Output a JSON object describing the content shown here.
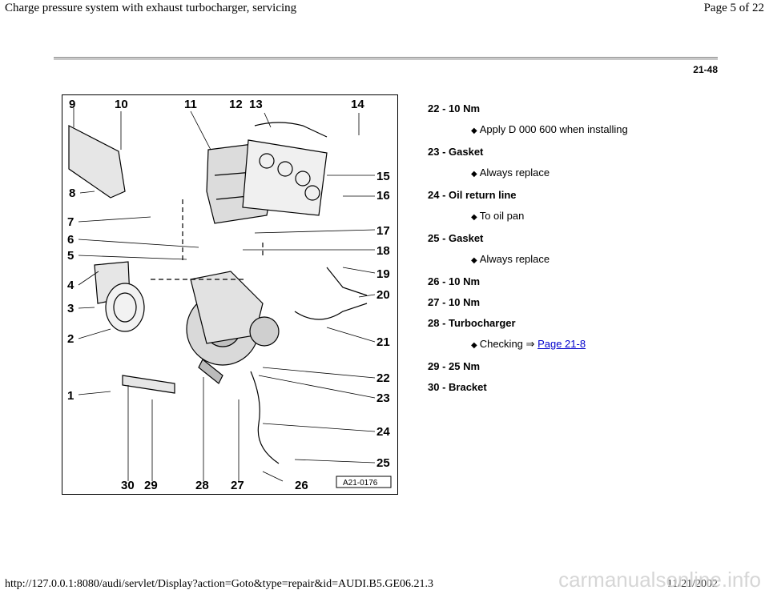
{
  "header": {
    "title": "Charge pressure system with exhaust turbocharger, servicing",
    "page_indicator": "Page 5 of 22"
  },
  "page_code": "21-48",
  "diagram": {
    "ref_code": "A21-0176",
    "callouts": [
      "9",
      "10",
      "11",
      "12",
      "13",
      "14",
      "15",
      "16",
      "17",
      "18",
      "19",
      "20",
      "21",
      "22",
      "23",
      "24",
      "25",
      "26",
      "27",
      "28",
      "29",
      "30",
      "1",
      "2",
      "3",
      "4",
      "5",
      "6",
      "7",
      "8"
    ]
  },
  "legend": [
    {
      "num": "22 - 10 Nm",
      "subs": [
        {
          "text": "Apply D 000 600 when installing"
        }
      ]
    },
    {
      "num": "23 - Gasket",
      "subs": [
        {
          "text": "Always replace"
        }
      ]
    },
    {
      "num": "24 - Oil return line",
      "subs": [
        {
          "text": "To oil pan"
        }
      ]
    },
    {
      "num": "25 - Gasket",
      "subs": [
        {
          "text": "Always replace"
        }
      ]
    },
    {
      "num": "26 - 10 Nm",
      "subs": []
    },
    {
      "num": "27 - 10 Nm",
      "subs": []
    },
    {
      "num": "28 - Turbocharger",
      "subs": [
        {
          "text": "Checking",
          "arrow": "⇒",
          "link": "Page 21-8"
        }
      ]
    },
    {
      "num": "29 - 25 Nm",
      "subs": []
    },
    {
      "num": "30 - Bracket",
      "subs": []
    }
  ],
  "footer": {
    "url": "http://127.0.0.1:8080/audi/servlet/Display?action=Goto&type=repair&id=AUDI.B5.GE06.21.3",
    "date": "11/21/2002",
    "watermark": "carmanualsonline.info"
  }
}
